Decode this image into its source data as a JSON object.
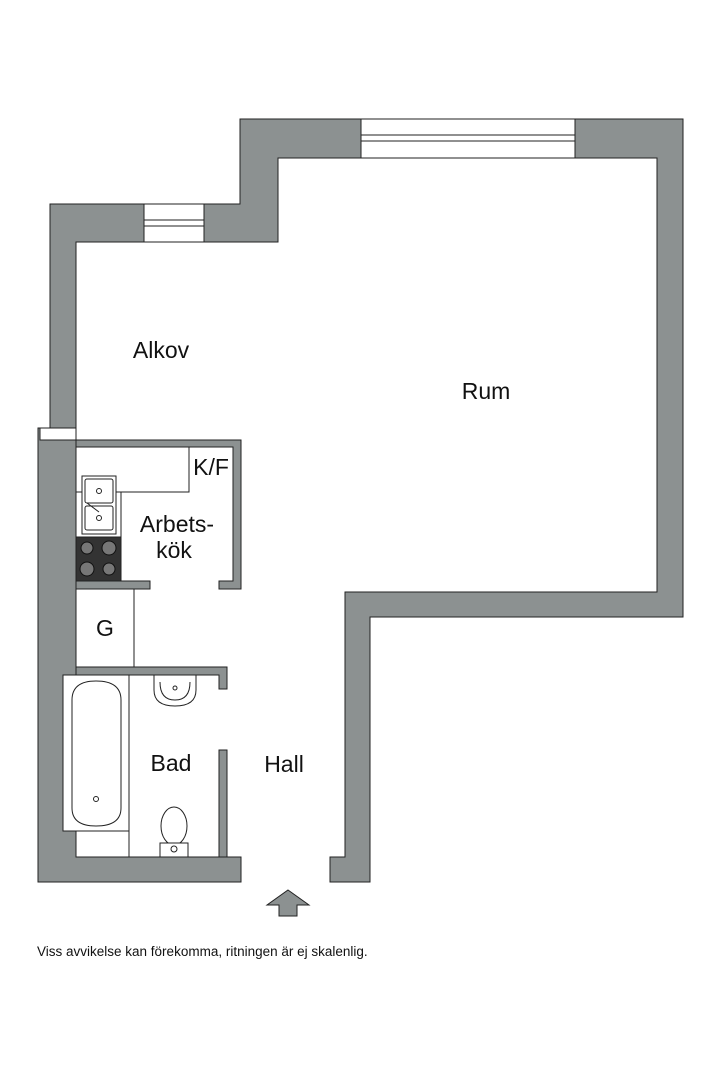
{
  "rooms": {
    "alkov": "Alkov",
    "rum": "Rum",
    "kf": "K/F",
    "arbetskok_line1": "Arbets-",
    "arbetskok_line2": "kök",
    "g": "G",
    "bad": "Bad",
    "hall": "Hall"
  },
  "disclaimer": "Viss avvikelse kan förekomma, ritningen är ej skalenlig.",
  "colors": {
    "wall": "#8c9191",
    "wall_outline": "#222222",
    "fixture": "#ffffff",
    "stove": "#333333",
    "entrance_arrow": "#8c9191"
  },
  "icons": {
    "entrance": "entrance-arrow-icon",
    "sink": "double-sink-icon",
    "stove": "stove-icon",
    "bathtub": "bathtub-icon",
    "washbasin": "washbasin-icon",
    "toilet": "toilet-icon"
  }
}
